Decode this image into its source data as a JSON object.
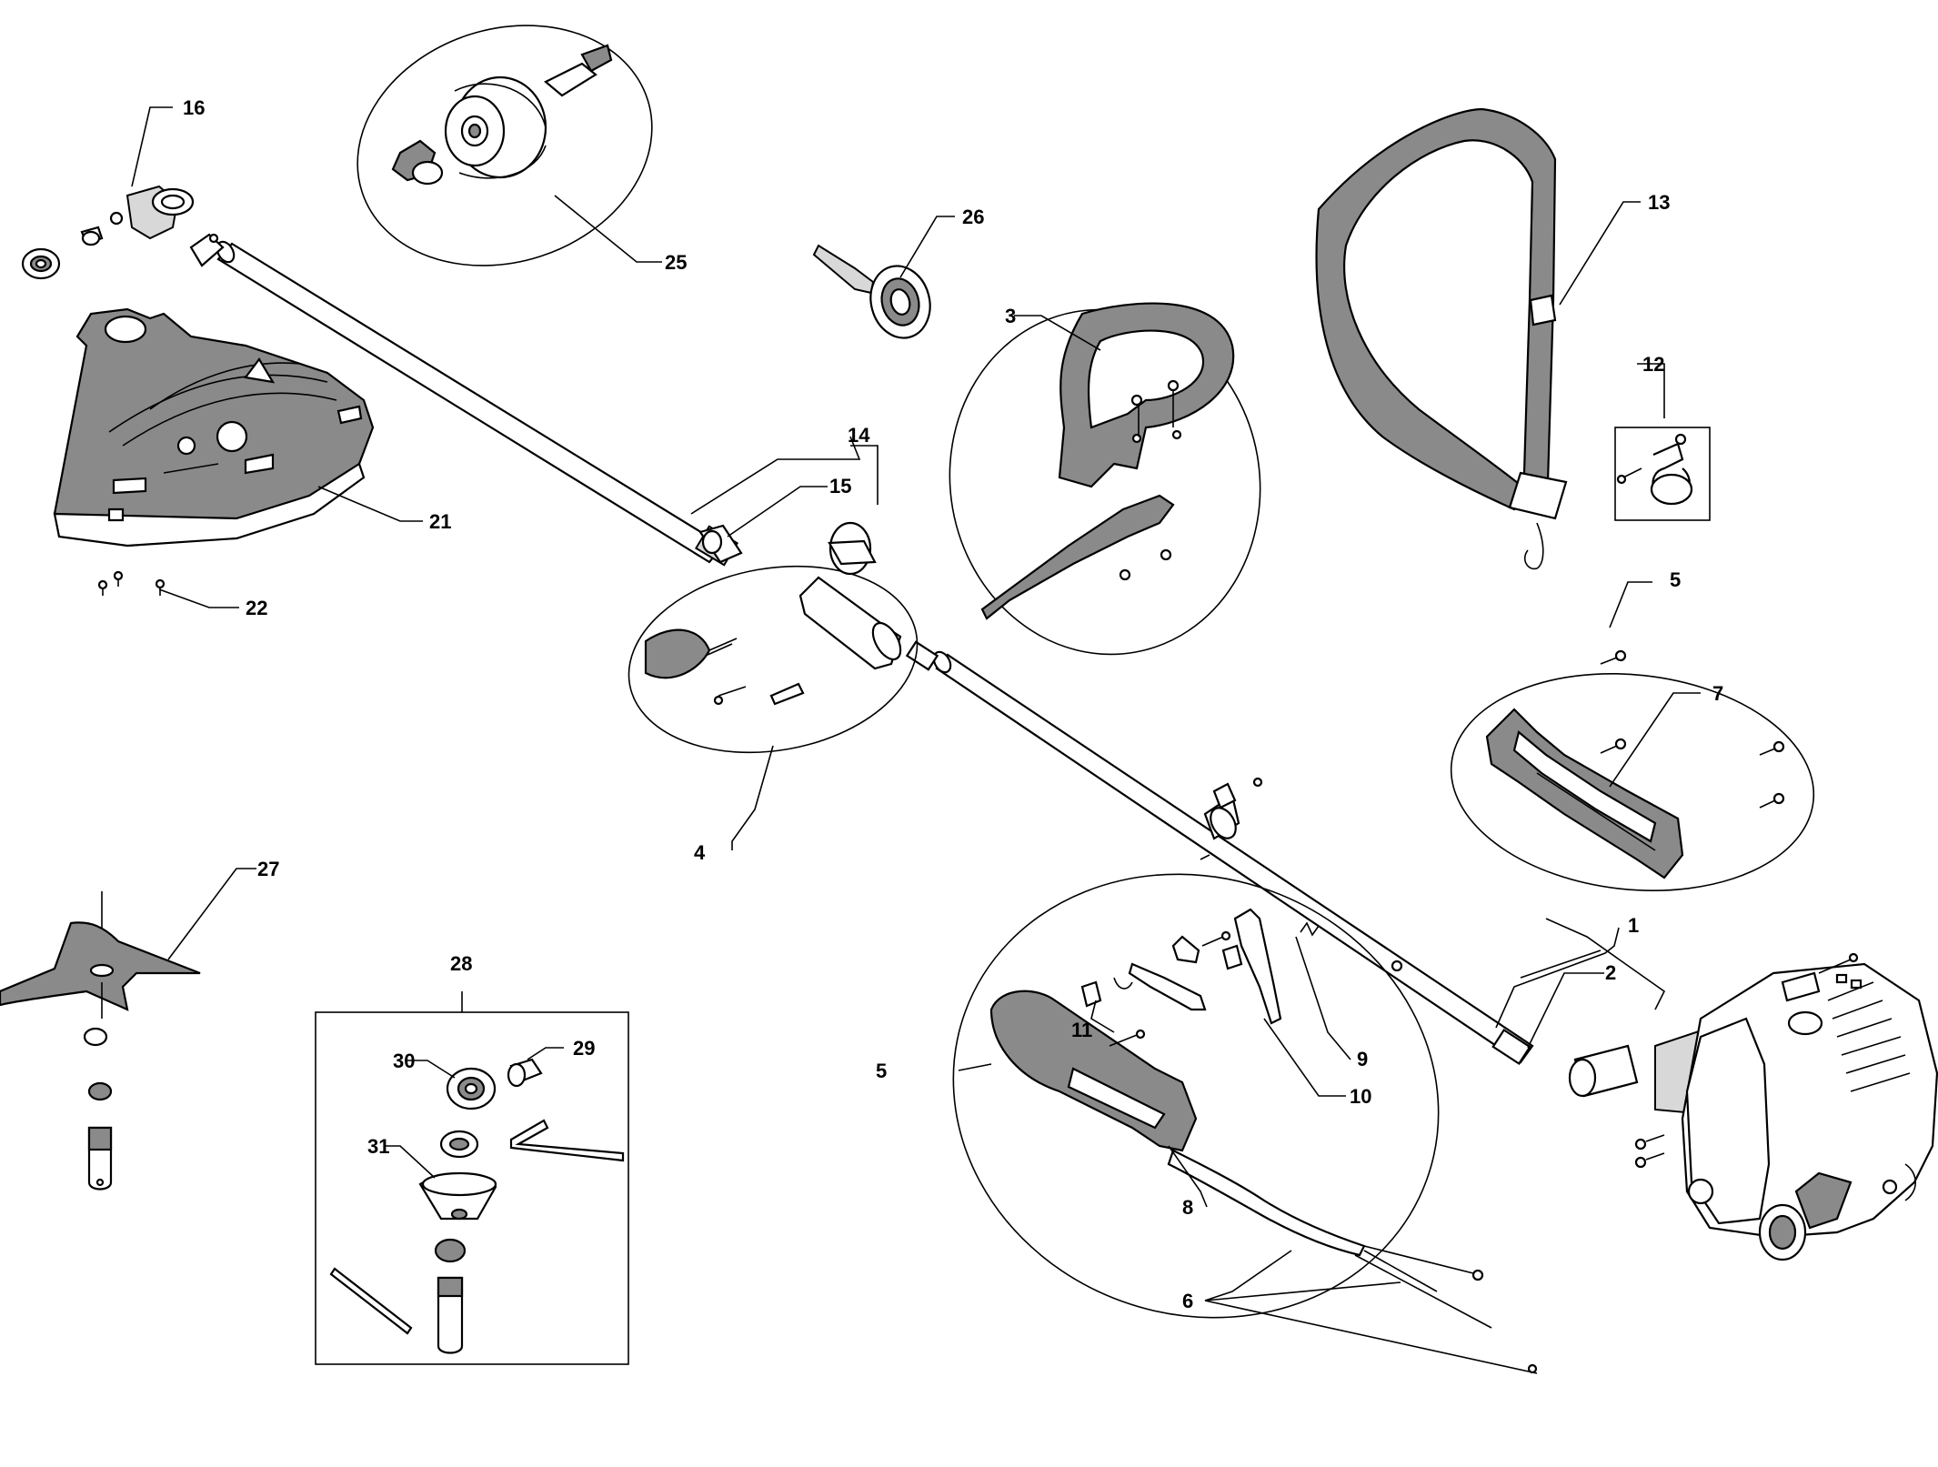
{
  "labels": {
    "l1": "1",
    "l2": "2",
    "l3": "3",
    "l4": "4",
    "l5a": "5",
    "l5b": "5",
    "l6": "6",
    "l7": "7",
    "l8": "8",
    "l9": "9",
    "l10": "10",
    "l11": "11",
    "l12": "12",
    "l13": "13",
    "l14": "14",
    "l15": "15",
    "l16": "16",
    "l21": "21",
    "l22": "22",
    "l25": "25",
    "l26": "26",
    "l27": "27",
    "l28": "28",
    "l29": "29",
    "l30": "30",
    "l31": "31"
  },
  "colors": {
    "line": "#000000",
    "dark_fill": "#8a8a8a",
    "light_fill": "#d8d8d8",
    "background": "#ffffff"
  }
}
